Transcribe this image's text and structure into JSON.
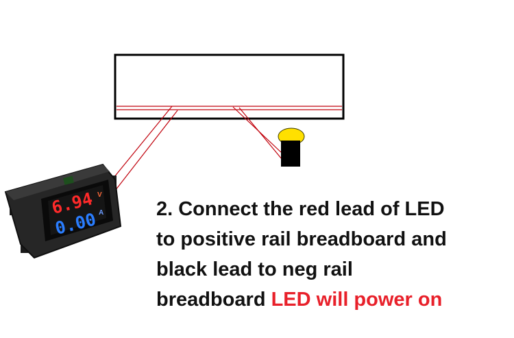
{
  "meter": {
    "voltage_reading": "6.94",
    "current_reading": "0.00",
    "voltage_unit": "V",
    "current_unit": "A"
  },
  "caption": {
    "line1": "2. Connect the red lead of LED",
    "line2": "to positive rail breadboard and",
    "line3": "black lead to neg rail",
    "line4": "breadboard ",
    "highlight": "LED will power on"
  },
  "colors": {
    "wire": "#c0000b",
    "led_dome": "#ffe000",
    "highlight_text": "#e8202a"
  }
}
